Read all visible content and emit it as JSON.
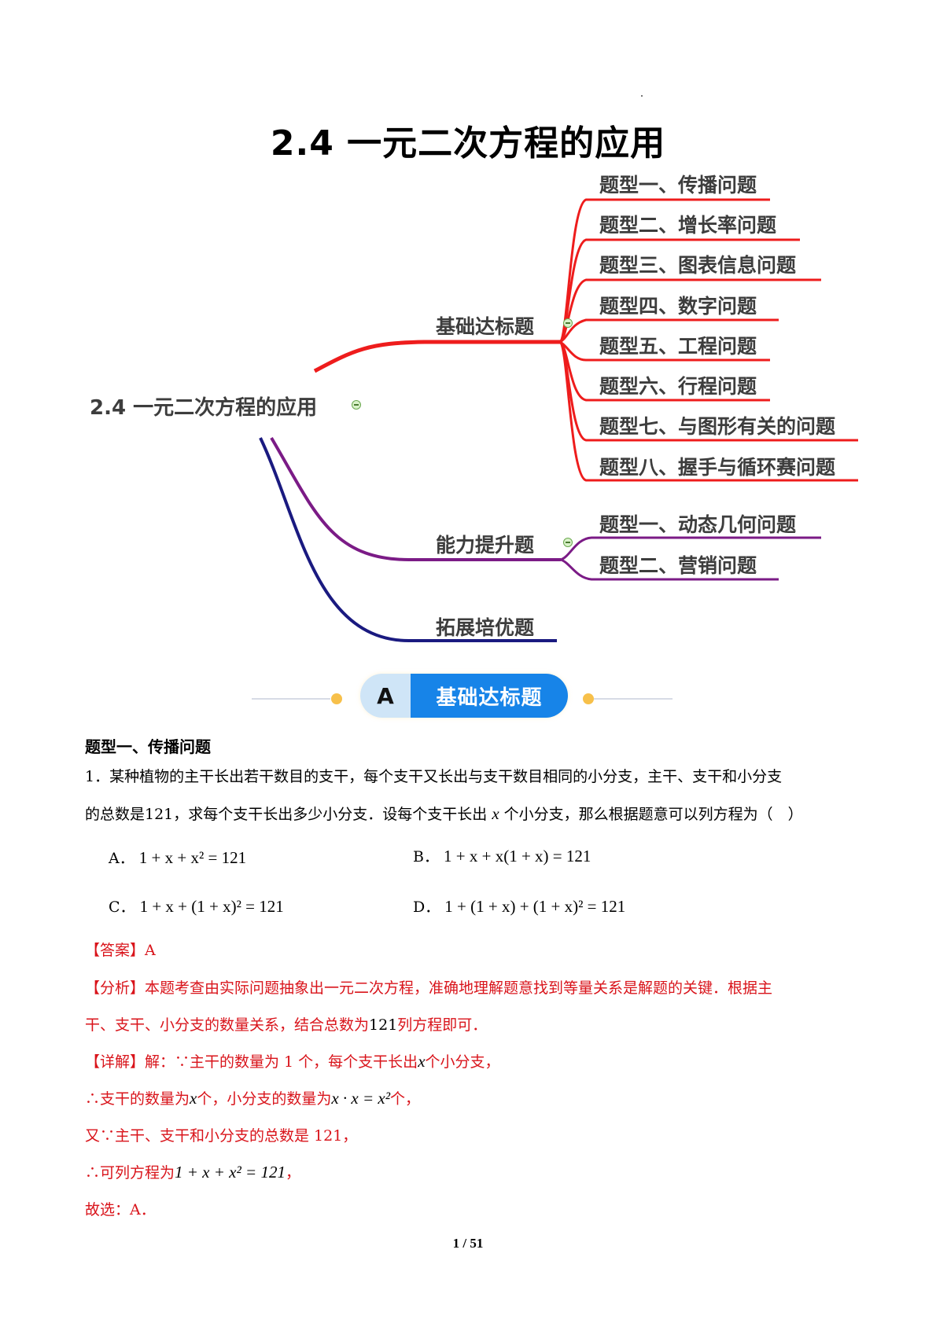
{
  "document": {
    "title": "2.4 一元二次方程的应用",
    "page_indicator": "1 / 51"
  },
  "mindmap": {
    "root": "2.4 一元二次方程的应用",
    "colors": {
      "basic": "#ee1c1c",
      "advanced": "#7b1b86",
      "extension": "#1a1a80",
      "collapse_icon": "#6aa84f"
    },
    "branches": [
      {
        "label": "基础达标题",
        "items": [
          "题型一、传播问题",
          "题型二、增长率问题",
          "题型三、图表信息问题",
          "题型四、数字问题",
          "题型五、工程问题",
          "题型六、行程问题",
          "题型七、与图形有关的问题",
          "题型八、握手与循环赛问题"
        ]
      },
      {
        "label": "能力提升题",
        "items": [
          "题型一、动态几何问题",
          "题型二、营销问题"
        ]
      },
      {
        "label": "拓展培优题",
        "items": []
      }
    ]
  },
  "banner": {
    "letter": "A",
    "label": "基础达标题",
    "colors": {
      "letter_bg": "#cfe5f7",
      "label_bg": "#1784e8",
      "dots": "#f7c04a"
    }
  },
  "section": {
    "heading": "题型一、传播问题"
  },
  "question": {
    "line1": "1．某种植物的主干长出若干数目的支干，每个支干又长出与支干数目相同的小分支，主干、支干和小分支",
    "line2_a": "的总数是121，求每个支干长出多少小分支．设每个支干长出 ",
    "line2_var": "x",
    "line2_b": " 个小分支，那么根据题意可以列方程为（　）",
    "options": [
      {
        "key": "A．",
        "expr": "1 + x + x² = 121"
      },
      {
        "key": "B．",
        "expr": "1 + x + x(1 + x) = 121"
      },
      {
        "key": "C．",
        "expr": "1 + x + (1 + x)² = 121"
      },
      {
        "key": "D．",
        "expr": "1 + (1 + x) + (1 + x)² = 121"
      }
    ]
  },
  "solution": {
    "answer_tag": "【答案】",
    "answer": "A",
    "analysis_tag": "【分析】",
    "analysis_line1": "本题考查由实际问题抽象出一元二次方程，准确地理解题意找到等量关系是解题的关键．根据主",
    "analysis_line2_a": "干、支干、小分支的数量关系，结合总数为",
    "analysis_line2_num": "121",
    "analysis_line2_b": "列方程即可．",
    "detail_tag": "【详解】",
    "detail_line1_a": "解：∵主干的数量为 1 个，每个支干长出",
    "detail_line1_var": "x",
    "detail_line1_b": "个小分支，",
    "detail_line2_a": "∴支干的数量为",
    "detail_line2_var": "x",
    "detail_line2_b": "个，小分支的数量为",
    "detail_line2_expr": "x · x = x²",
    "detail_line2_c": "个，",
    "detail_line3": "又∵主干、支干和小分支的总数是 121，",
    "detail_line4_a": "∴可列方程为",
    "detail_line4_expr": "1 + x + x² = 121",
    "detail_line4_b": "，",
    "conclusion": "故选：A．"
  }
}
